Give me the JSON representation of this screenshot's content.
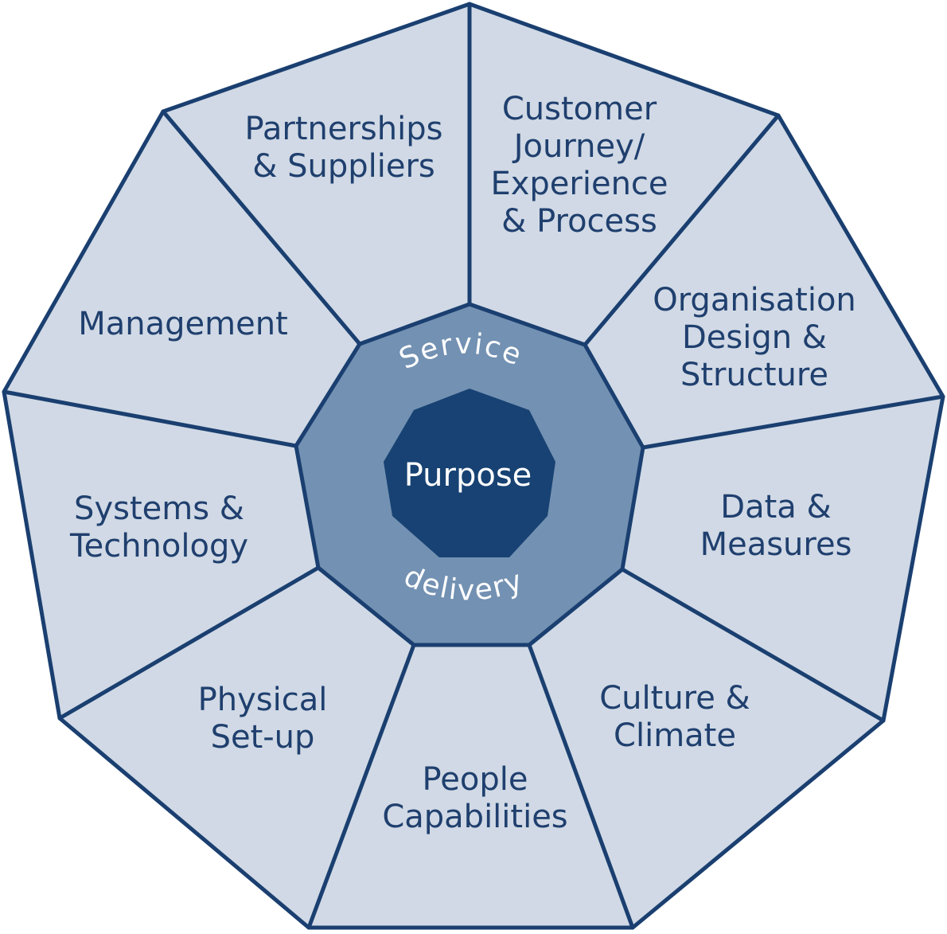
{
  "center": {
    "label": "Purpose"
  },
  "ring": {
    "top_label": "Service",
    "bottom_label": "delivery"
  },
  "segments": [
    {
      "id": "partnerships",
      "lines": [
        "Partnerships",
        "& Suppliers"
      ]
    },
    {
      "id": "customer-journey",
      "lines": [
        "Customer",
        "Journey/",
        "Experience",
        "& Process"
      ]
    },
    {
      "id": "organisation-design",
      "lines": [
        "Organisation",
        "Design &",
        "Structure"
      ]
    },
    {
      "id": "data-measures",
      "lines": [
        "Data &",
        "Measures"
      ]
    },
    {
      "id": "culture-climate",
      "lines": [
        "Culture &",
        "Climate"
      ]
    },
    {
      "id": "people-capabilities",
      "lines": [
        "People",
        "Capabilities"
      ]
    },
    {
      "id": "physical-setup",
      "lines": [
        "Physical",
        "Set-up"
      ]
    },
    {
      "id": "systems-technology",
      "lines": [
        "Systems &",
        "Technology"
      ]
    },
    {
      "id": "management",
      "lines": [
        "Management"
      ]
    }
  ],
  "colors": {
    "outer_fill": "#d0d9e5",
    "middle_fill": "#7391b2",
    "core_fill": "#174273",
    "stroke": "#1a3f70",
    "text": "#1f3f6e"
  }
}
